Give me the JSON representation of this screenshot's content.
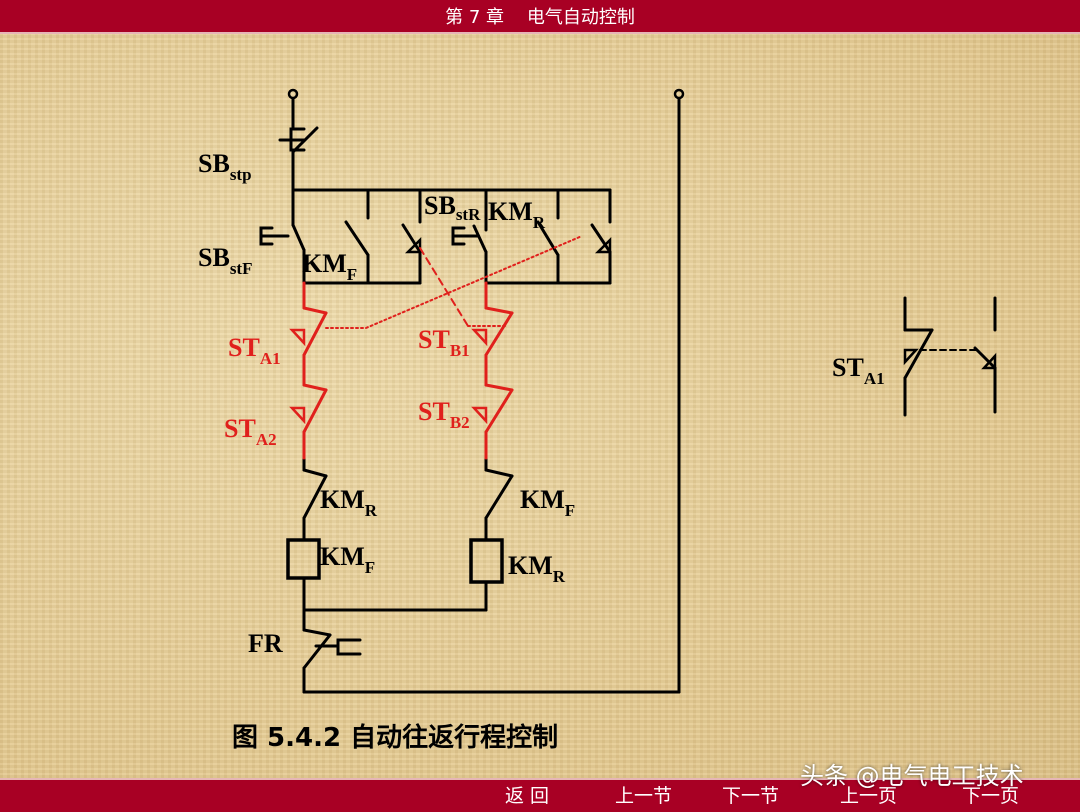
{
  "header": {
    "title": "第 7 章    电气自动控制"
  },
  "diagram": {
    "labels": {
      "sb_stp": {
        "main": "SB",
        "sub": "stp"
      },
      "sb_stf": {
        "main": "SB",
        "sub": "stF"
      },
      "sb_str": {
        "main": "SB",
        "sub": "stR"
      },
      "km_r_top": {
        "main": "KM",
        "sub": "R"
      },
      "km_f_top": {
        "main": "KM",
        "sub": "F"
      },
      "st_a1": {
        "main": "ST",
        "sub": "A1"
      },
      "st_a2": {
        "main": "ST",
        "sub": "A2"
      },
      "st_b1": {
        "main": "ST",
        "sub": "B1"
      },
      "st_b2": {
        "main": "ST",
        "sub": "B2"
      },
      "km_r_contact": {
        "main": "KM",
        "sub": "R"
      },
      "km_f_contact": {
        "main": "KM",
        "sub": "F"
      },
      "km_f_coil": {
        "main": "KM",
        "sub": "F"
      },
      "km_r_coil": {
        "main": "KM",
        "sub": "R"
      },
      "fr": "FR",
      "st_a1_detail": {
        "main": "ST",
        "sub": "A1"
      }
    },
    "caption": "图 5.4.2   自动往返行程控制",
    "colors": {
      "wire": "#000000",
      "highlight": "#e0201c"
    }
  },
  "nav": {
    "back": "返    回",
    "prev_section": "上一节",
    "next_section": "下一节",
    "prev_page": "上一页",
    "next_page": "下一页"
  },
  "watermark": "头条 @电气电工技术"
}
